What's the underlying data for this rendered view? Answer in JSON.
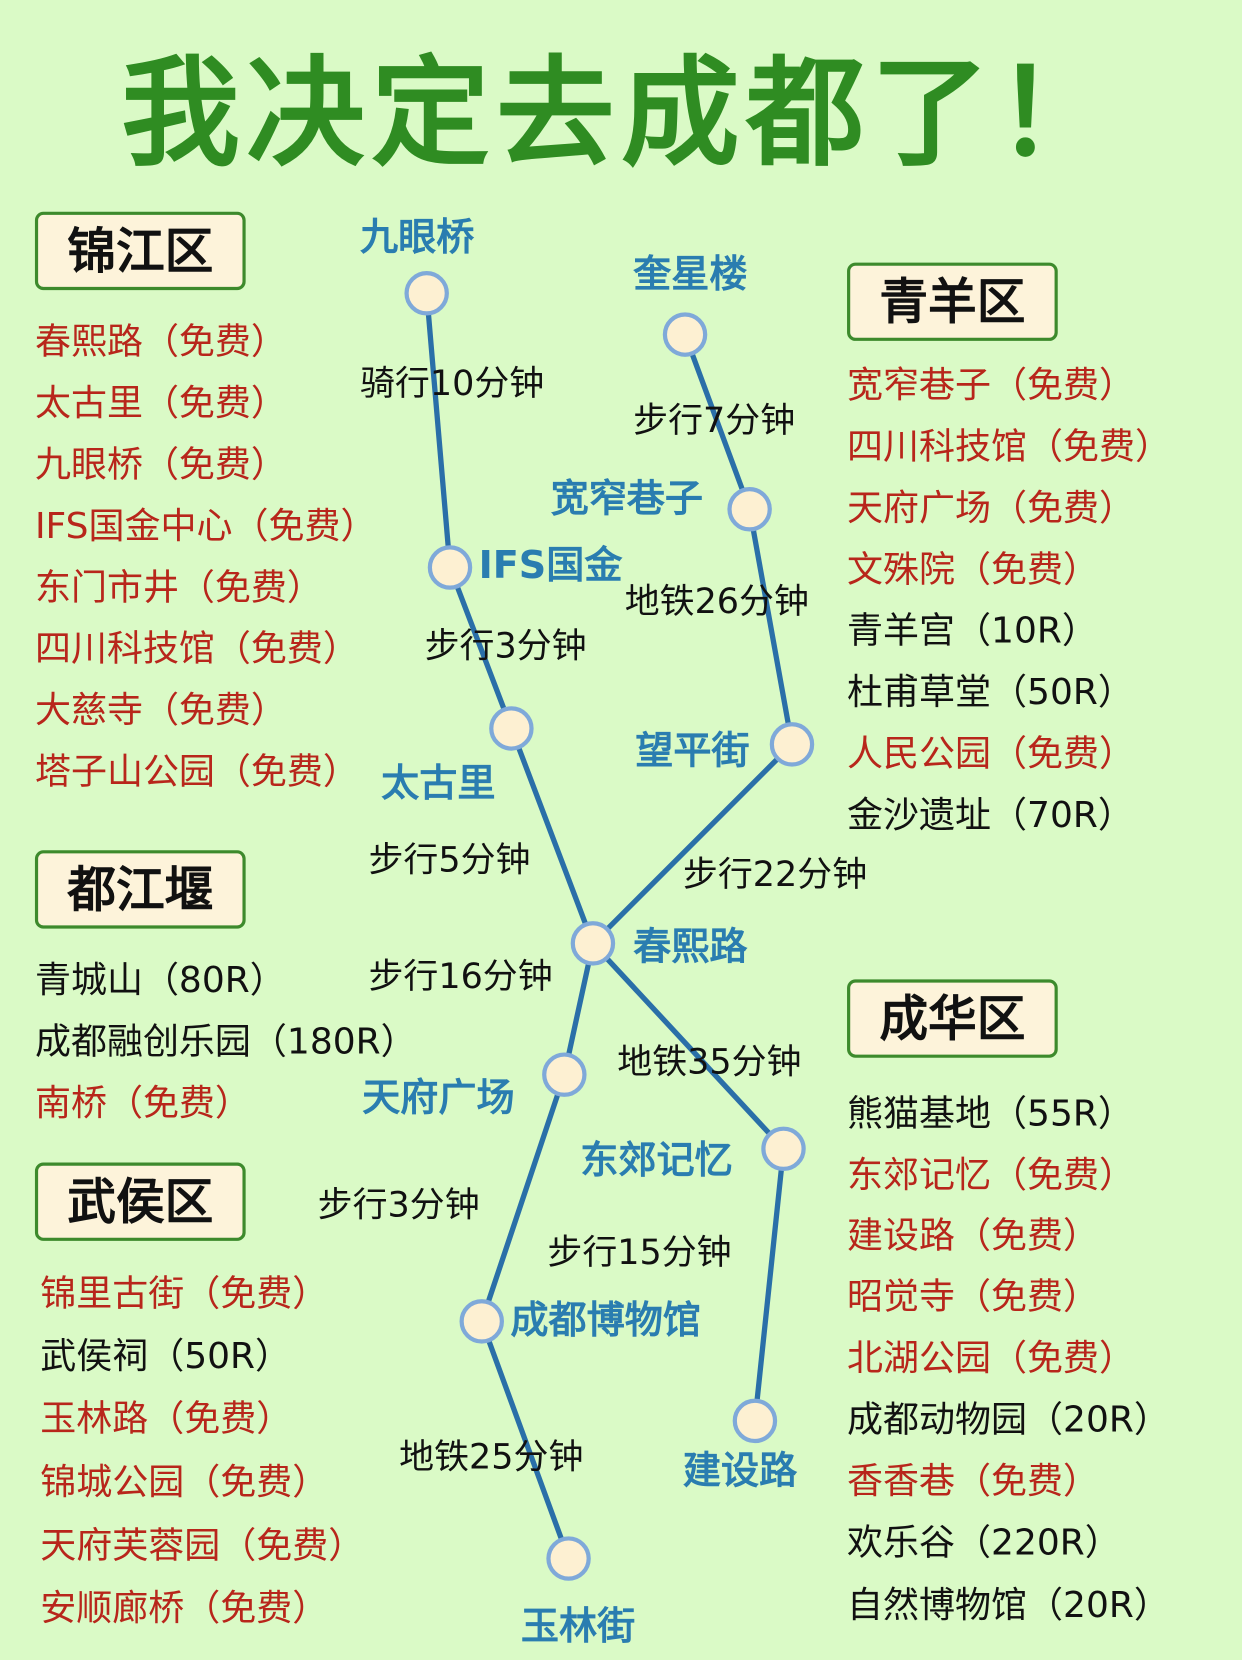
{
  "title": "我决定去成都了！",
  "colors": {
    "background": "#dafac6",
    "title": "#2f8c22",
    "free": "#b8261b",
    "station": "#2a7db0",
    "line": "#2a6fa8",
    "node_fill": "#fdf0d2",
    "node_stroke": "#7fa9d9"
  },
  "districts": [
    {
      "name": "锦江区",
      "items": [
        {
          "text": "春熙路（免费）",
          "free": true
        },
        {
          "text": "太古里（免费）",
          "free": true
        },
        {
          "text": "九眼桥（免费）",
          "free": true
        },
        {
          "text": "IFS国金中心（免费）",
          "free": true
        },
        {
          "text": "东门市井（免费）",
          "free": true
        },
        {
          "text": "四川科技馆（免费）",
          "free": true
        },
        {
          "text": "大慈寺（免费）",
          "free": true
        },
        {
          "text": "塔子山公园（免费）",
          "free": true
        }
      ]
    },
    {
      "name": "都江堰",
      "items": [
        {
          "text": "青城山（80R）",
          "free": false
        },
        {
          "text": "成都融创乐园（180R）",
          "free": false
        },
        {
          "text": "南桥（免费）",
          "free": true
        }
      ]
    },
    {
      "name": "武侯区",
      "items": [
        {
          "text": "锦里古街（免费）",
          "free": true
        },
        {
          "text": "武侯祠（50R）",
          "free": false
        },
        {
          "text": "玉林路（免费）",
          "free": true
        },
        {
          "text": "锦城公园（免费）",
          "free": true
        },
        {
          "text": "天府芙蓉园（免费）",
          "free": true
        },
        {
          "text": "安顺廊桥（免费）",
          "free": true
        }
      ]
    },
    {
      "name": "青羊区",
      "items": [
        {
          "text": "宽窄巷子（免费）",
          "free": true
        },
        {
          "text": "四川科技馆（免费）",
          "free": true
        },
        {
          "text": "天府广场（免费）",
          "free": true
        },
        {
          "text": "文殊院（免费）",
          "free": true
        },
        {
          "text": "青羊宫（10R）",
          "free": false
        },
        {
          "text": "杜甫草堂（50R）",
          "free": false
        },
        {
          "text": "人民公园（免费）",
          "free": true
        },
        {
          "text": "金沙遗址（70R）",
          "free": false
        }
      ]
    },
    {
      "name": "成华区",
      "items": [
        {
          "text": "熊猫基地（55R）",
          "free": false
        },
        {
          "text": "东郊记忆（免费）",
          "free": true
        },
        {
          "text": "建设路（免费）",
          "free": true
        },
        {
          "text": "昭觉寺（免费）",
          "free": true
        },
        {
          "text": "北湖公园（免费）",
          "free": true
        },
        {
          "text": "成都动物园（20R）",
          "free": false
        },
        {
          "text": "香香巷（免费）",
          "free": true
        },
        {
          "text": "欢乐谷（220R）",
          "free": false
        },
        {
          "text": "自然博物馆（20R）",
          "free": false
        }
      ]
    }
  ],
  "stations": [
    "九眼桥",
    "IFS国金",
    "太古里",
    "春熙路",
    "天府广场",
    "成都博物馆",
    "玉林街",
    "奎星楼",
    "宽窄巷子",
    "望平街",
    "东郊记忆",
    "建设路"
  ],
  "routes": [
    "骑行10分钟",
    "步行3分钟",
    "步行5分钟",
    "步行16分钟",
    "步行3分钟",
    "地铁25分钟",
    "步行7分钟",
    "地铁26分钟",
    "步行22分钟",
    "地铁35分钟",
    "步行15分钟"
  ]
}
